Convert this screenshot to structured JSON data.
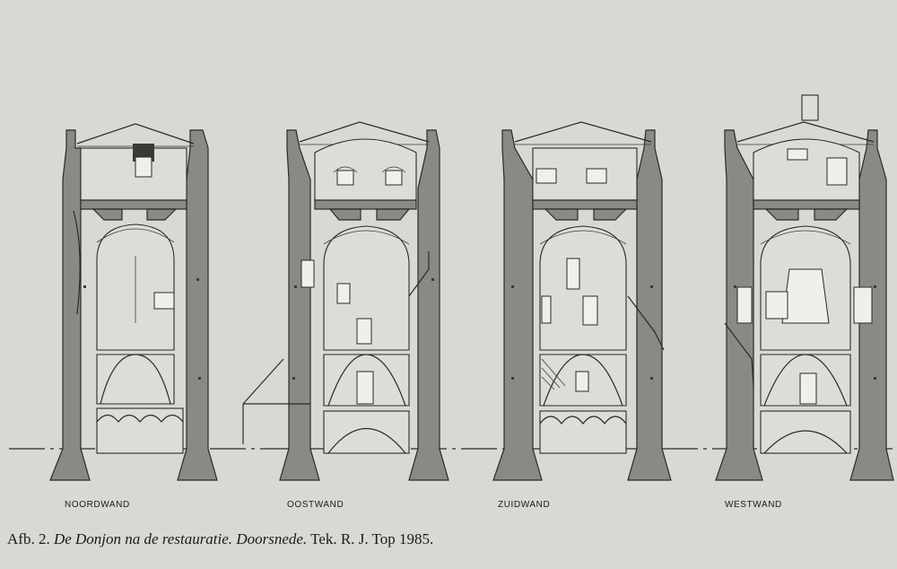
{
  "labels": {
    "north": "NOORDWAND",
    "east": "OOSTWAND",
    "south": "ZUIDWAND",
    "west": "WESTWAND"
  },
  "caption": {
    "prefix": "Afb. 2.",
    "title": "De Donjon na de restauratie.",
    "type": "Doorsnede.",
    "credit": "Tek. R. J. Top 1985."
  }
}
